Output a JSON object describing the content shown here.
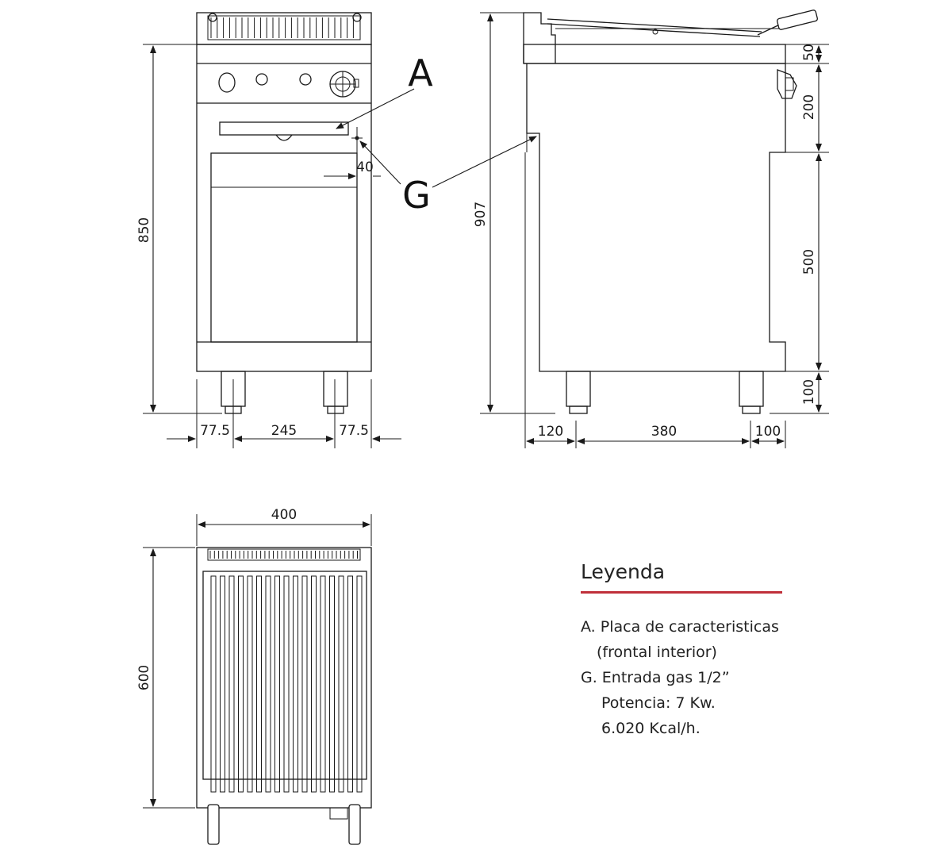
{
  "front_view": {
    "height_label": "850",
    "widths": [
      "77.5",
      "245",
      "77.5"
    ],
    "offset_label": "40",
    "callout_a": "A",
    "callout_g": "G"
  },
  "side_view": {
    "total_height_label": "907",
    "vertical_dims": [
      "50",
      "200",
      "500",
      "100"
    ],
    "horizontal_dims": [
      "120",
      "380",
      "100"
    ]
  },
  "top_view": {
    "width_label": "400",
    "depth_label": "600"
  },
  "legend": {
    "title": "Leyenda",
    "a_line1": "A. Placa de caracteristicas",
    "a_line2": "(frontal interior)",
    "g_line1": "G. Entrada gas 1/2”",
    "g_line2": "Potencia: 7 Kw.",
    "g_line3": "6.020 Kcal/h.",
    "accent_color": "#c0303a"
  }
}
